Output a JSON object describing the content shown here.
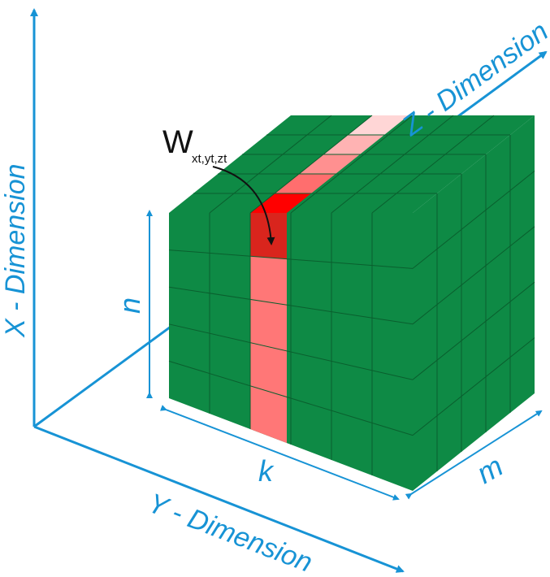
{
  "labels": {
    "x_axis": "X - Dimension",
    "y_axis": "Y - Dimension",
    "z_axis": "Z - Dimension",
    "n": "n",
    "k": "k",
    "m": "m",
    "element_main": "W",
    "element_subscript": "xt,yt,zt"
  },
  "colors": {
    "axis": "#1793d5",
    "cube_face": "#0e8a45",
    "grid_line": "#0a5f2e",
    "highlight_front": "#ff7777",
    "highlight_selected_front": "#d9251d",
    "highlight_selected_top": "#ff0000",
    "highlight_top_fade": "#ffd6d6"
  },
  "grid": {
    "columns_k": 6,
    "rows_n": 5,
    "depth_m": 5
  }
}
